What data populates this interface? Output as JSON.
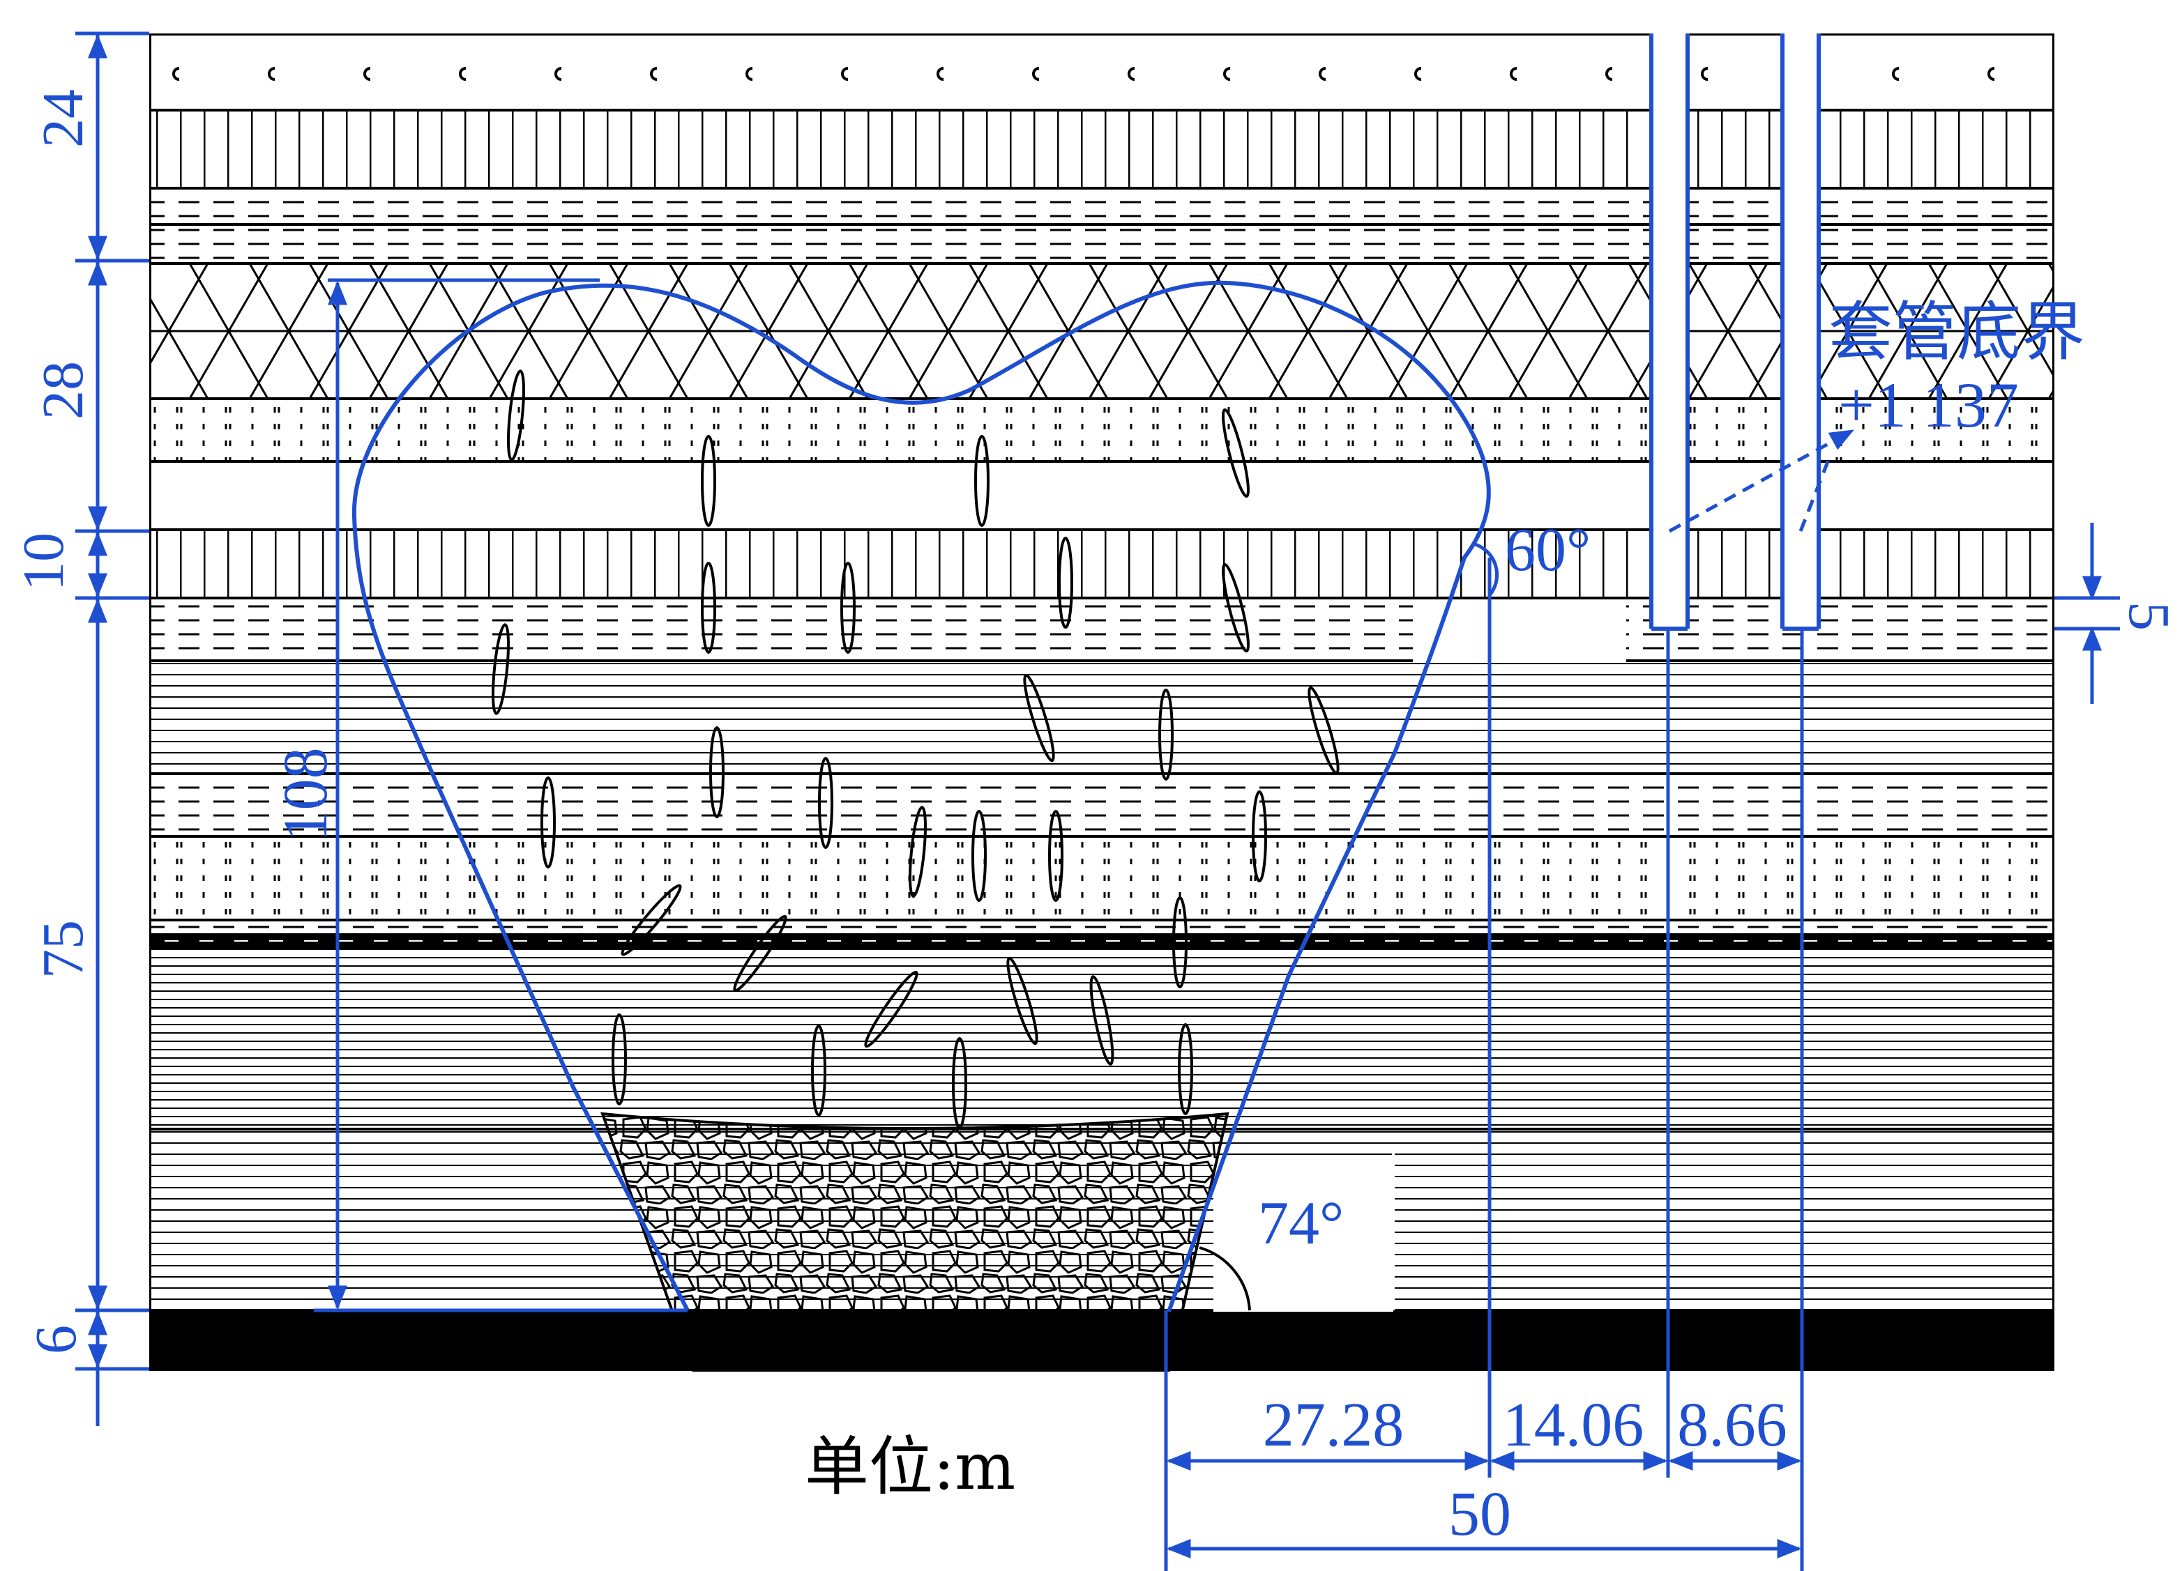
{
  "colors": {
    "dimension": "#1f4fd1",
    "strata": "#000000",
    "background": "#ffffff"
  },
  "left_dimensions": [
    "24",
    "28",
    "10",
    "75",
    "6"
  ],
  "cave_height": "108",
  "casing_label": {
    "title": "套管底界",
    "elevation": "+1 137"
  },
  "angles": {
    "upper": "60°",
    "lower": "74°"
  },
  "right_dimension": "5",
  "bottom_dimensions": {
    "a": "27.28",
    "b": "14.06",
    "c": "8.66",
    "total": "50"
  },
  "unit_label": "单位:m"
}
